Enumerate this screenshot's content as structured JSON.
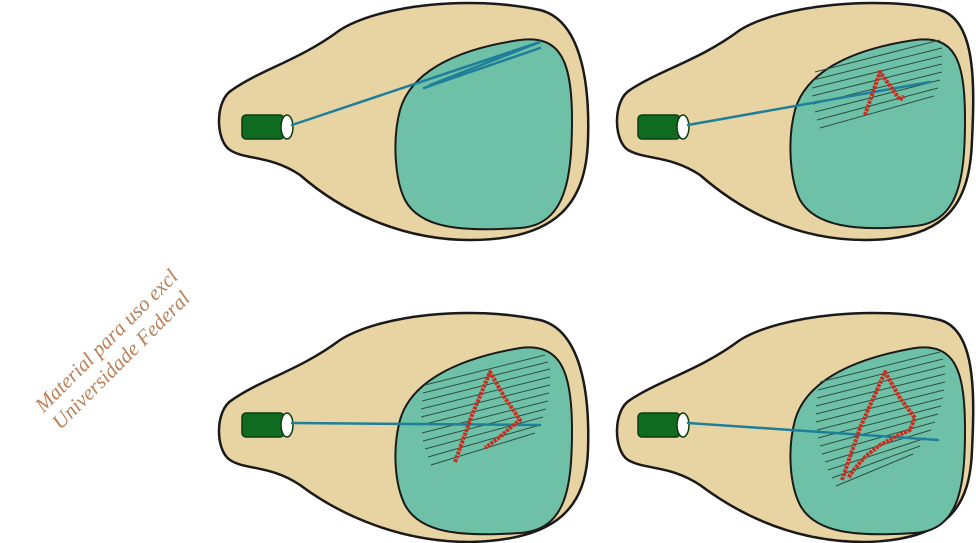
{
  "watermark": {
    "line1": "Material para uso excl",
    "line2": "Universidade Federal"
  },
  "diagram": {
    "colors": {
      "tube_body": "#e8d4a2",
      "tube_outline": "#1a1a1a",
      "screen": "#6ec1a6",
      "screen_edge": "#4fa88c",
      "gun": "#0f6b1f",
      "beam": "#1f7f9a",
      "trace": "#cc2b1e",
      "scanlines": "#2d4f46"
    },
    "panels": [
      {
        "name": "frame-1",
        "trace_progress": 0
      },
      {
        "name": "frame-2",
        "trace_progress": 0.33
      },
      {
        "name": "frame-3",
        "trace_progress": 0.66
      },
      {
        "name": "frame-4",
        "trace_progress": 1
      }
    ]
  }
}
